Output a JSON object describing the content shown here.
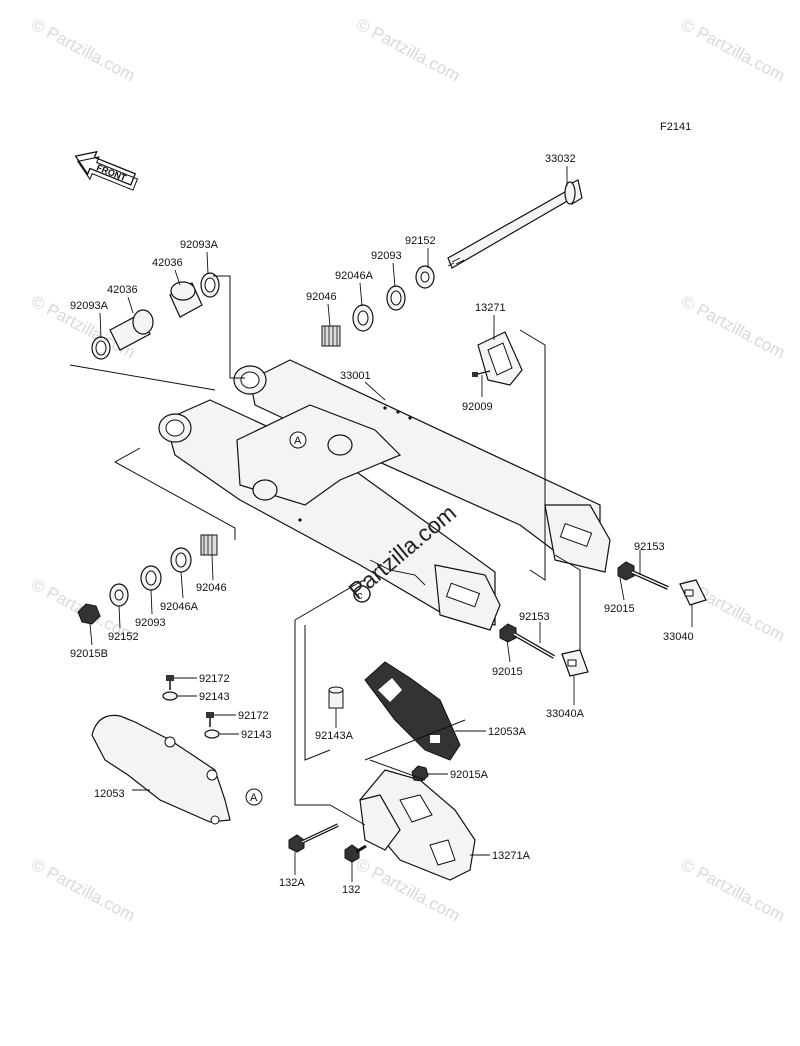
{
  "figure_code": "F2141",
  "front_label": "FRONT",
  "ref_marker": "A",
  "watermark": {
    "corner_text": "© Partzilla.com",
    "center_text": "Partzilla.com",
    "color": "#d9d9d9"
  },
  "parts": {
    "p33032": "33032",
    "p92152_top": "92152",
    "p92093_top": "92093",
    "p92046A_top": "92046A",
    "p92046_top": "92046",
    "p92093A_top": "92093A",
    "p42036_top": "42036",
    "p42036_left": "42036",
    "p92093A_left": "92093A",
    "p13271": "13271",
    "p33001": "33001",
    "p92009": "92009",
    "p92153_right": "92153",
    "p92015_right": "92015",
    "p33040": "33040",
    "p92153_mid": "92153",
    "p92015_mid": "92015",
    "p33040A": "33040A",
    "p92046_bottom": "92046",
    "p92046A_bottom": "92046A",
    "p92093_bottom": "92093",
    "p92152_bottom": "92152",
    "p92015B": "92015B",
    "p92172_a": "92172",
    "p92143_a": "92143",
    "p92172_b": "92172",
    "p92143_b": "92143",
    "p12053": "12053",
    "p92143A": "92143A",
    "p12053A": "12053A",
    "p92015A": "92015A",
    "p13271A": "13271A",
    "p132A": "132A",
    "p132": "132"
  }
}
